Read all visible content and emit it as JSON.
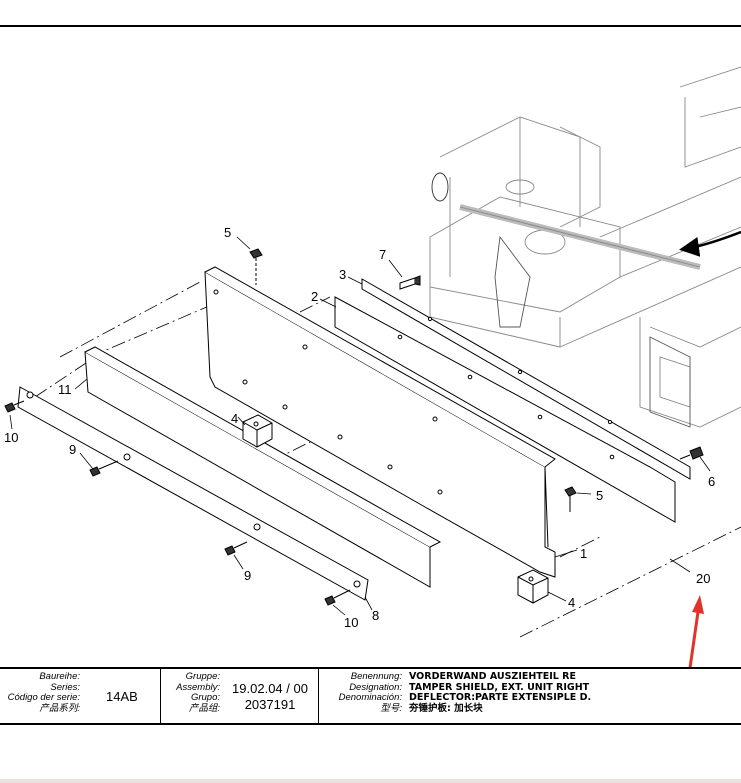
{
  "callouts": {
    "c1": "1",
    "c2": "2",
    "c3": "3",
    "c4a": "4",
    "c4b": "4",
    "c5a": "5",
    "c5b": "5",
    "c6": "6",
    "c7": "7",
    "c8": "8",
    "c9a": "9",
    "c9b": "9",
    "c10a": "10",
    "c10b": "10",
    "c11": "11",
    "c20": "20"
  },
  "colors": {
    "annotation_arrow": "#e0342a",
    "line": "#000000"
  },
  "title_block": {
    "series_labels": [
      "Baureihe:",
      "Series:",
      "Código der serie:",
      "产品系列:"
    ],
    "series_value": "14AB",
    "group_labels": [
      "Gruppe:",
      "Assembly:",
      "Grupo:",
      "产品组:"
    ],
    "group_values": [
      "19.02.04 / 00",
      "2037191"
    ],
    "name_labels": [
      "Benennung:",
      "Designation:",
      "Denominación:",
      "型号:"
    ],
    "name_values": [
      "VORDERWAND AUSZIEHTEIL RE",
      "TAMPER SHIELD, EXT. UNIT RIGHT",
      "DEFLECTOR:PARTE EXTENSIPLE D.",
      "夯锤护板: 加长块"
    ]
  }
}
